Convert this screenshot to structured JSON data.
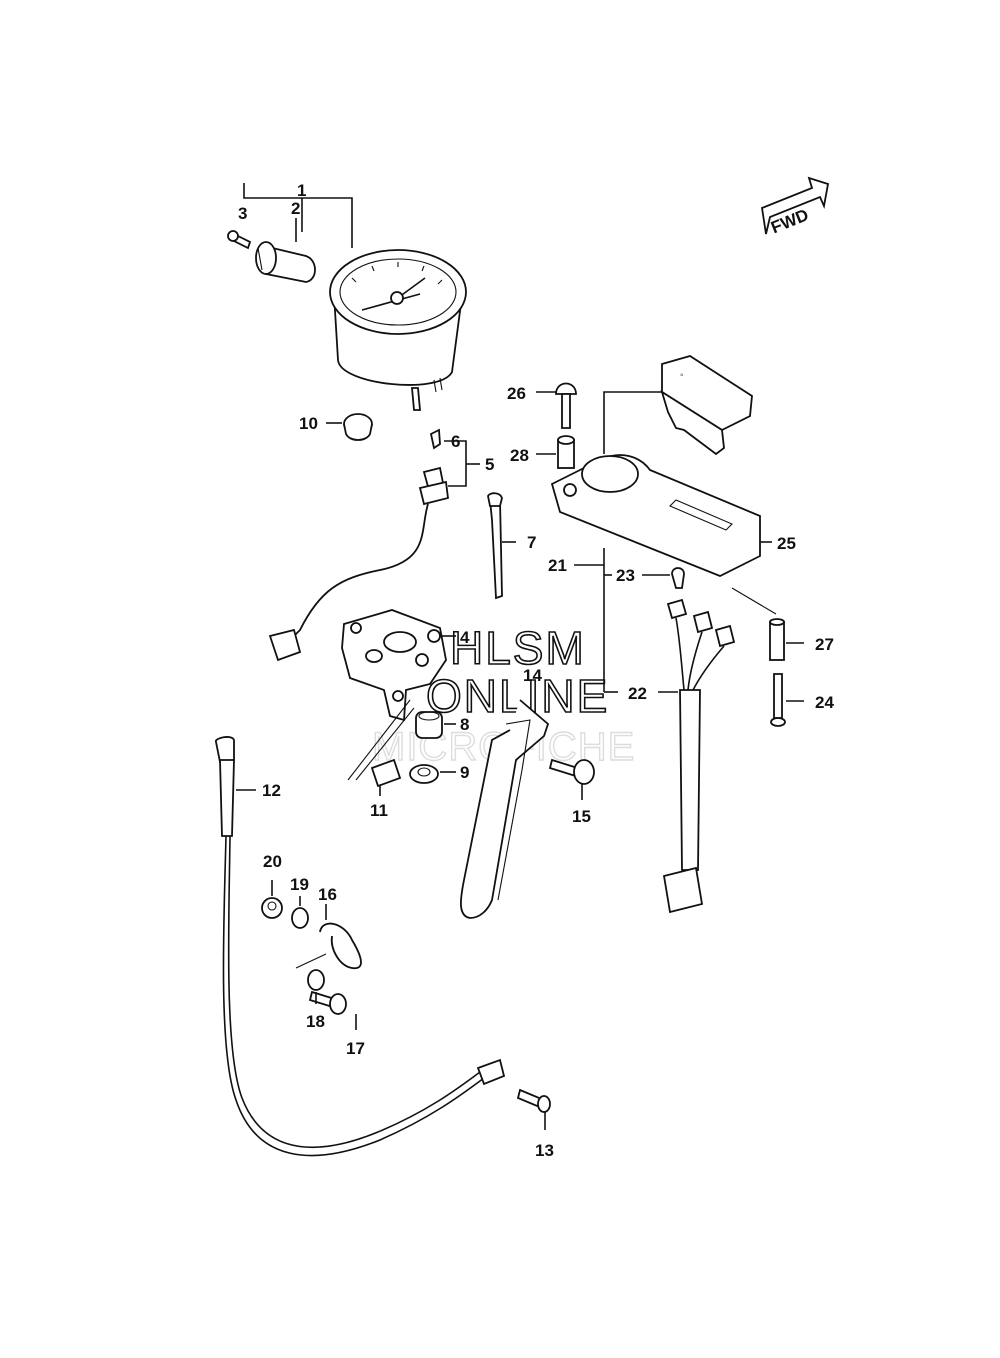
{
  "diagram": {
    "orientation_label": "FWD",
    "callouts": [
      "1",
      "2",
      "3",
      "4",
      "5",
      "6",
      "7",
      "8",
      "9",
      "10",
      "11",
      "12",
      "13",
      "14",
      "15",
      "16",
      "17",
      "18",
      "19",
      "20",
      "21",
      "22",
      "23",
      "24",
      "25",
      "26",
      "27",
      "28"
    ],
    "watermark": {
      "line1": "HLSM",
      "line2": "ONLINE",
      "line3": "MICROFICHE"
    }
  }
}
